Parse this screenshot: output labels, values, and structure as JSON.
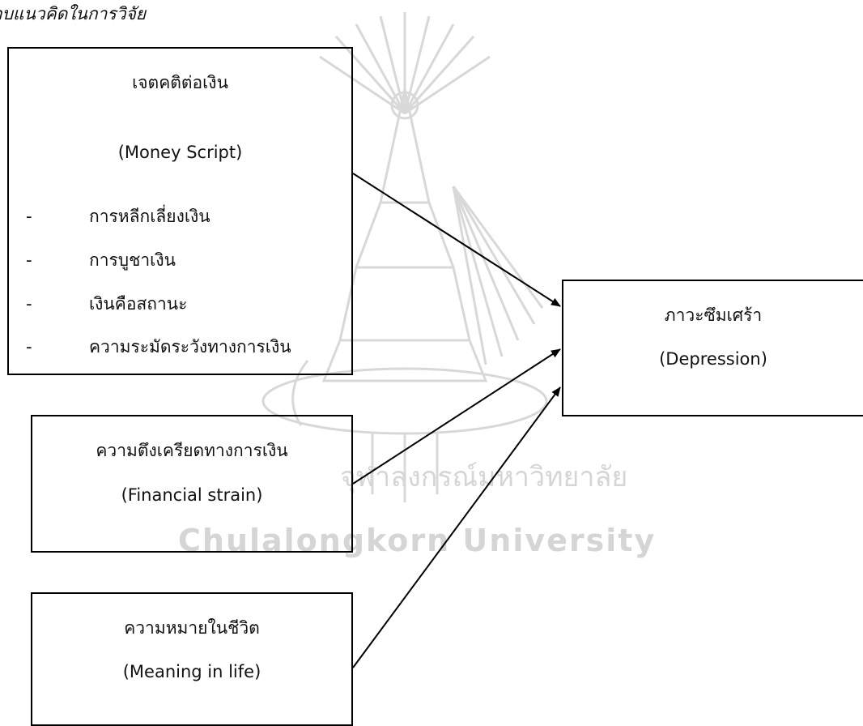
{
  "caption": "กรอบแนวคิดในการวิจัย",
  "watermark": {
    "thai": "จุฬาลงกรณ์มหาวิทยาลัย",
    "english": "Chulalongkorn University"
  },
  "boxes": {
    "money_script": {
      "title": "เจตคติต่อเงิน",
      "subtitle": "(Money Script)",
      "items": [
        "การหลีกเลี่ยงเงิน",
        "การบูชาเงิน",
        "เงินคือสถานะ",
        "ความระมัดระวังทางการเงิน"
      ],
      "bullet_marker": "-"
    },
    "financial_strain": {
      "title": "ความตึงเครียดทางการเงิน",
      "subtitle": "(Financial strain)"
    },
    "meaning_in_life": {
      "title": "ความหมายในชีวิต",
      "subtitle": "(Meaning in life)"
    },
    "depression": {
      "title": "ภาวะซึมเศร้า",
      "subtitle": "(Depression)"
    }
  },
  "edges": [
    {
      "from": "money_script",
      "to": "depression"
    },
    {
      "from": "financial_strain",
      "to": "depression"
    },
    {
      "from": "meaning_in_life",
      "to": "depression"
    }
  ]
}
